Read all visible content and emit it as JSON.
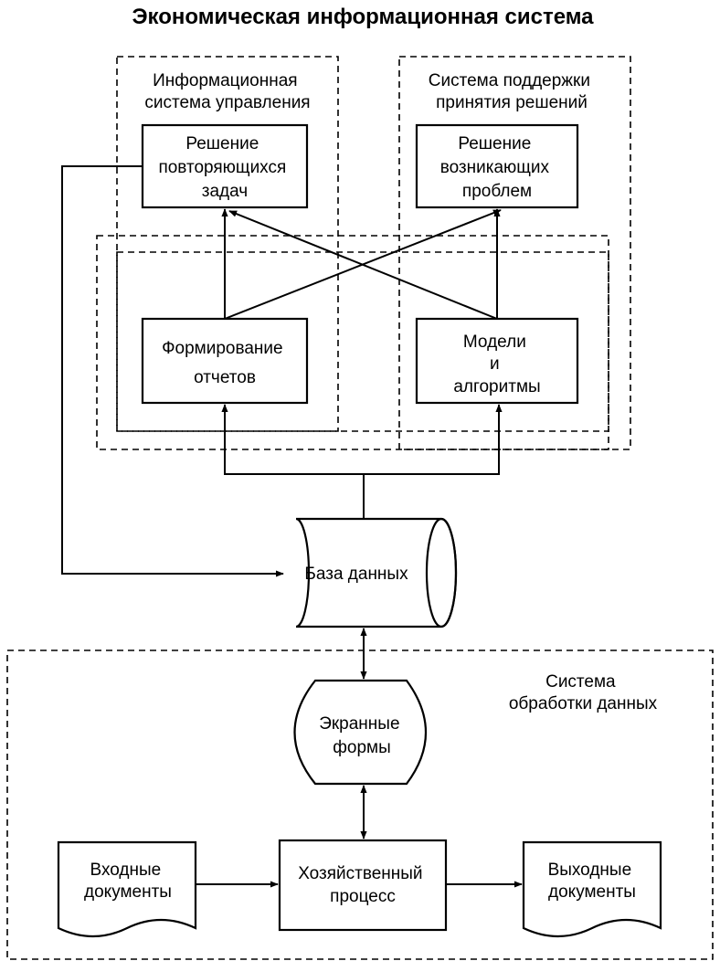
{
  "title": "Экономическая информационная система",
  "regions": {
    "mis": [
      "Информационная",
      "система управления"
    ],
    "dss": [
      "Система поддержки",
      "принятия решений"
    ],
    "dps": [
      "Система",
      "обработки данных"
    ]
  },
  "nodes": {
    "repetitive_tasks": [
      "Решение",
      "повторяющихся",
      "задач"
    ],
    "emerging_problems": [
      "Решение",
      "возникающих",
      "проблем"
    ],
    "reports": [
      "Формирование",
      "отчетов"
    ],
    "models": [
      "Модели",
      "и",
      "алгоритмы"
    ],
    "database": "База данных",
    "screen_forms": [
      "Экранные",
      "формы"
    ],
    "input_docs": [
      "Входные",
      "документы"
    ],
    "business_process": [
      "Хозяйственный",
      "процесс"
    ],
    "output_docs": [
      "Выходные",
      "документы"
    ]
  }
}
